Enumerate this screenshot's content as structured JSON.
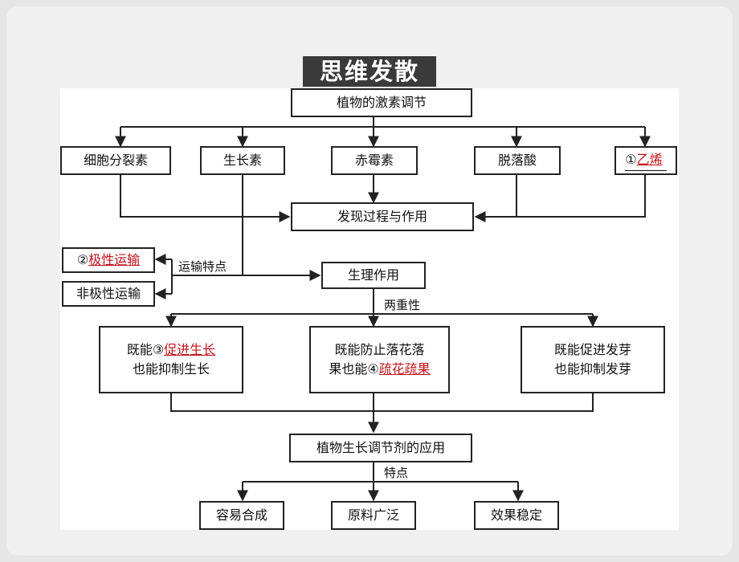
{
  "title": "思维发散",
  "nodes": {
    "root": "植物的激素调节",
    "cytokinin": "细胞分裂素",
    "auxin": "生长素",
    "gibberellin": "赤霉素",
    "abscisic": "脱落酸",
    "ethylene_prefix": "①",
    "ethylene_answer": "乙烯",
    "discovery": "发现过程与作用",
    "polar_prefix": "②",
    "polar_answer": "极性运输",
    "nonpolar": "非极性运输",
    "physio": "生理作用",
    "left_line1_prefix": "既能③",
    "left_line1_answer": "促进生长",
    "left_line2": "也能抑制生长",
    "mid_line1": "既能防止落花落",
    "mid_line2_prefix": "果也能④",
    "mid_line2_answer": "疏花疏果",
    "right_line1": "既能促进发芽",
    "right_line2": "也能抑制发芽",
    "application": "植物生长调节剂的应用",
    "easy": "容易合成",
    "cheap": "原料广泛",
    "stable": "效果稳定"
  },
  "labels": {
    "transport": "运输特点",
    "duality": "两重性",
    "features": "特点"
  }
}
